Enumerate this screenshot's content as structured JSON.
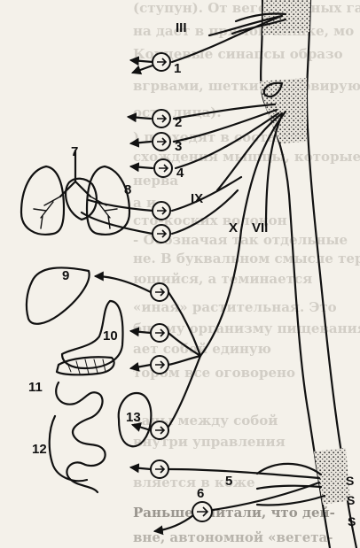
{
  "background_text": [
    "(ступун). От вегетативных ганглиев",
    "на дает в прямой кишке, мо",
    "Концевые синапсы образо",
    "вгрвами, шетки иннервируют",
    "ости лица).",
    ") проходят в составе",
    "схождения мышцы, которые",
    "нерва",
    "а и",
    "сто-коских волокон",
    "- Обозначая так отдельные",
    "не. В буквальном смысле термин",
    "ющийся, а теминается",
    "«иная» растительная. Это",
    "бщему организму пищевания",
    "ает собой единую",
    "тором все оговорено",
    "заны между собой",
    "внутри управления",
    "вляется в коже",
    "Раньше считали, что дей-",
    "вне, автономной «вегета-"
  ],
  "labels": {
    "l1": "1",
    "l2": "2",
    "l3": "3",
    "l4": "4",
    "l5": "5",
    "l6": "6",
    "l7": "7",
    "l8": "8",
    "l9": "9",
    "l10": "10",
    "l11": "11",
    "l12": "12",
    "l13": "13",
    "III": "III",
    "VII": "VII",
    "IX": "IX",
    "X": "X",
    "S2": "S",
    "S3": "S",
    "S4": "S"
  }
}
